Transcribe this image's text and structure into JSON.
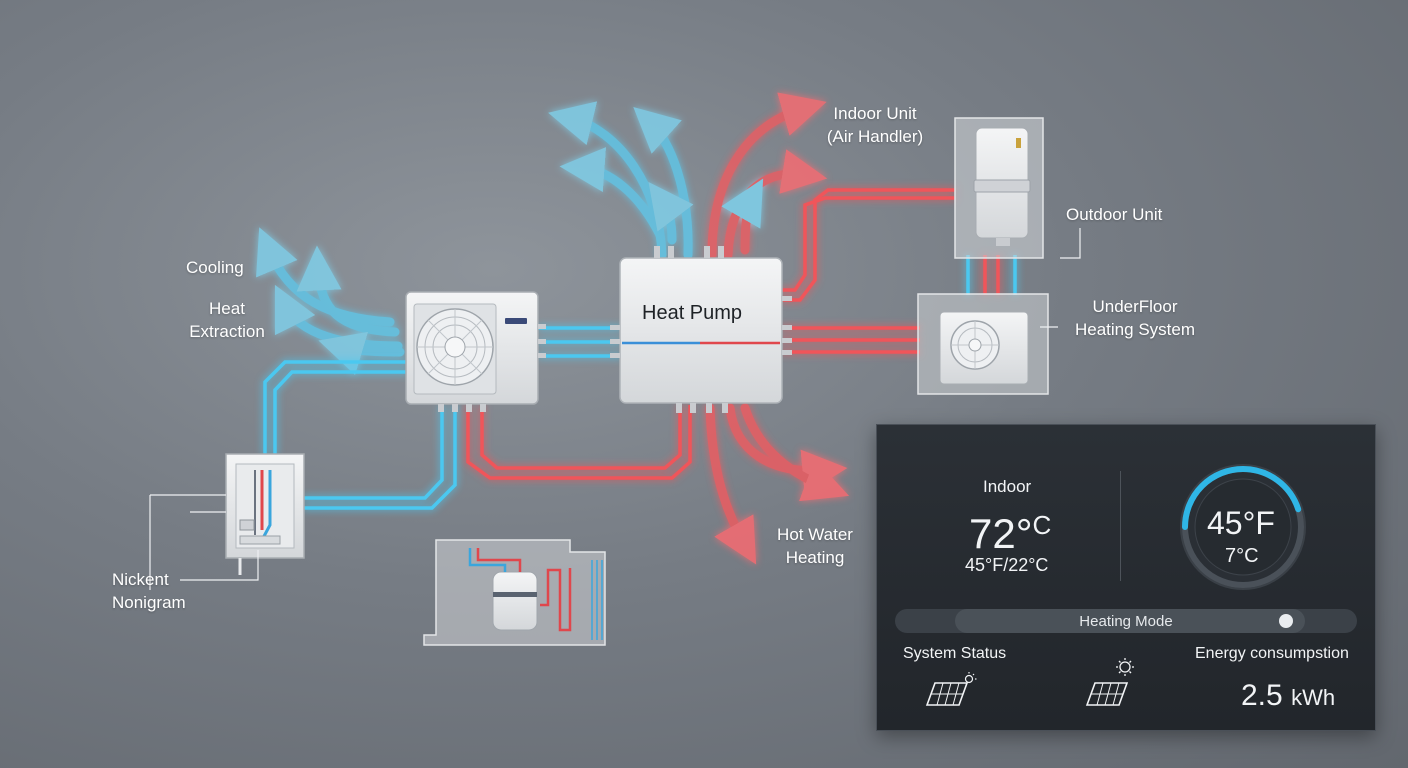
{
  "diagram": {
    "labels": {
      "cooling": "Cooling",
      "heat_extraction": [
        "Heat",
        "Extraction"
      ],
      "indoor_unit": [
        "Indoor Unit",
        "(Air Handler)"
      ],
      "outdoor_unit": "Outdoor Unit",
      "underfloor": [
        "UnderFloor",
        "Heating System"
      ],
      "hot_water": [
        "Hot Water",
        "Heating"
      ],
      "nickent": [
        "Nickent",
        "Nonigram"
      ],
      "heat_pump": "Heat Pump"
    },
    "colors": {
      "cold": "#3fc3ec",
      "hot": "#ef4d52",
      "unit_body": "#e8eaec"
    },
    "icons": [
      "fan-icon",
      "solar-panel-icon",
      "sun-icon"
    ]
  },
  "panel": {
    "indoor_label": "Indoor",
    "indoor_temp": "72°",
    "indoor_unit": "C",
    "indoor_sub": "45°F/22°C",
    "gauge_main": "45°F",
    "gauge_sub": "7°C",
    "gauge_level": 0.45,
    "mode_label": "Heating Mode",
    "system_status_label": "System Status",
    "energy_label": "Energy consumpstion",
    "energy_value": "2.5",
    "energy_unit": "kWh",
    "accent": "#2fb6e6"
  }
}
